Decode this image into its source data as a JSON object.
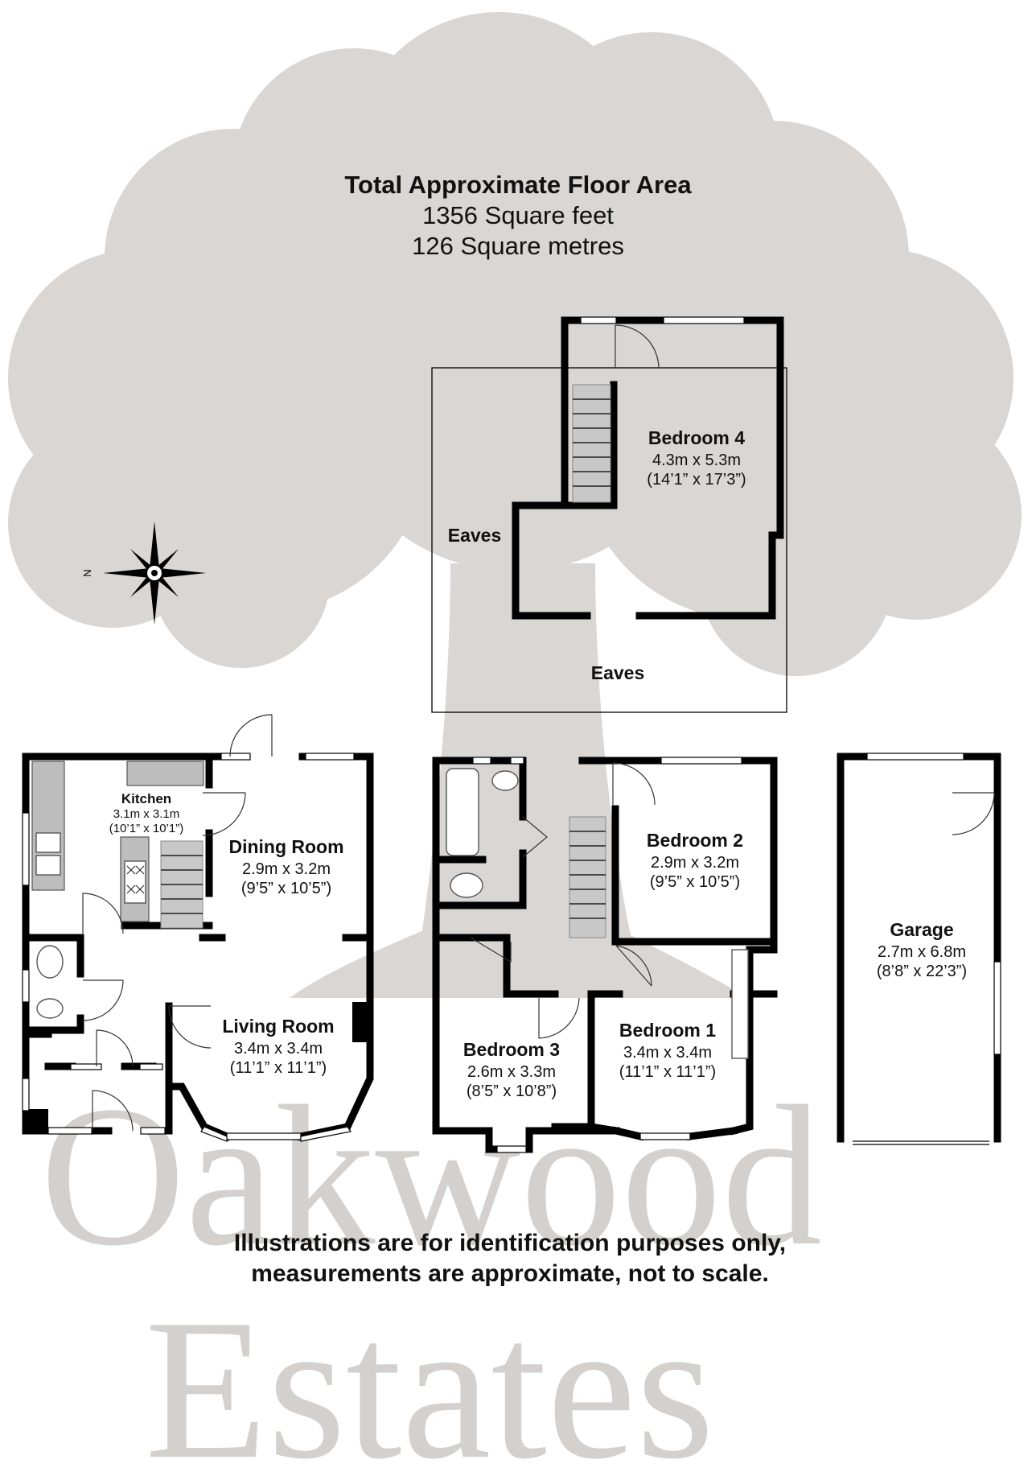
{
  "header": {
    "title": "Total Approximate Floor Area",
    "area_sqft": "1356 Square feet",
    "area_sqm": "126 Square metres"
  },
  "compass": {
    "north_label": "N",
    "icon": "compass-rose-icon"
  },
  "rooms": {
    "bedroom4": {
      "name": "Bedroom 4",
      "metric": "4.3m x 5.3m",
      "imperial": "(14’1” x 17’3”)"
    },
    "eaves_left": {
      "name": "Eaves"
    },
    "eaves_bottom": {
      "name": "Eaves"
    },
    "kitchen": {
      "name": "Kitchen",
      "metric": "3.1m x 3.1m",
      "imperial": "(10’1” x 10’1”)"
    },
    "dining": {
      "name": "Dining Room",
      "metric": "2.9m x 3.2m",
      "imperial": "(9’5” x 10’5”)"
    },
    "living": {
      "name": "Living Room",
      "metric": "3.4m x 3.4m",
      "imperial": "(11’1” x 11’1”)"
    },
    "bedroom2": {
      "name": "Bedroom 2",
      "metric": "2.9m x 3.2m",
      "imperial": "(9’5” x 10’5”)"
    },
    "bedroom1": {
      "name": "Bedroom 1",
      "metric": "3.4m x 3.4m",
      "imperial": "(11’1” x 11’1”)"
    },
    "bedroom3": {
      "name": "Bedroom 3",
      "metric": "2.6m x 3.3m",
      "imperial": "(8’5” x 10’8”)"
    },
    "garage": {
      "name": "Garage",
      "metric": "2.7m x 6.8m",
      "imperial": "(8’8” x 22’3”)"
    }
  },
  "disclaimer": {
    "line1": "Illustrations are for identification purposes only,",
    "line2": "measurements are approximate, not to scale."
  },
  "watermark": {
    "word1": "Oakwood",
    "word2": "Estates",
    "color": "#d9d6d3"
  }
}
